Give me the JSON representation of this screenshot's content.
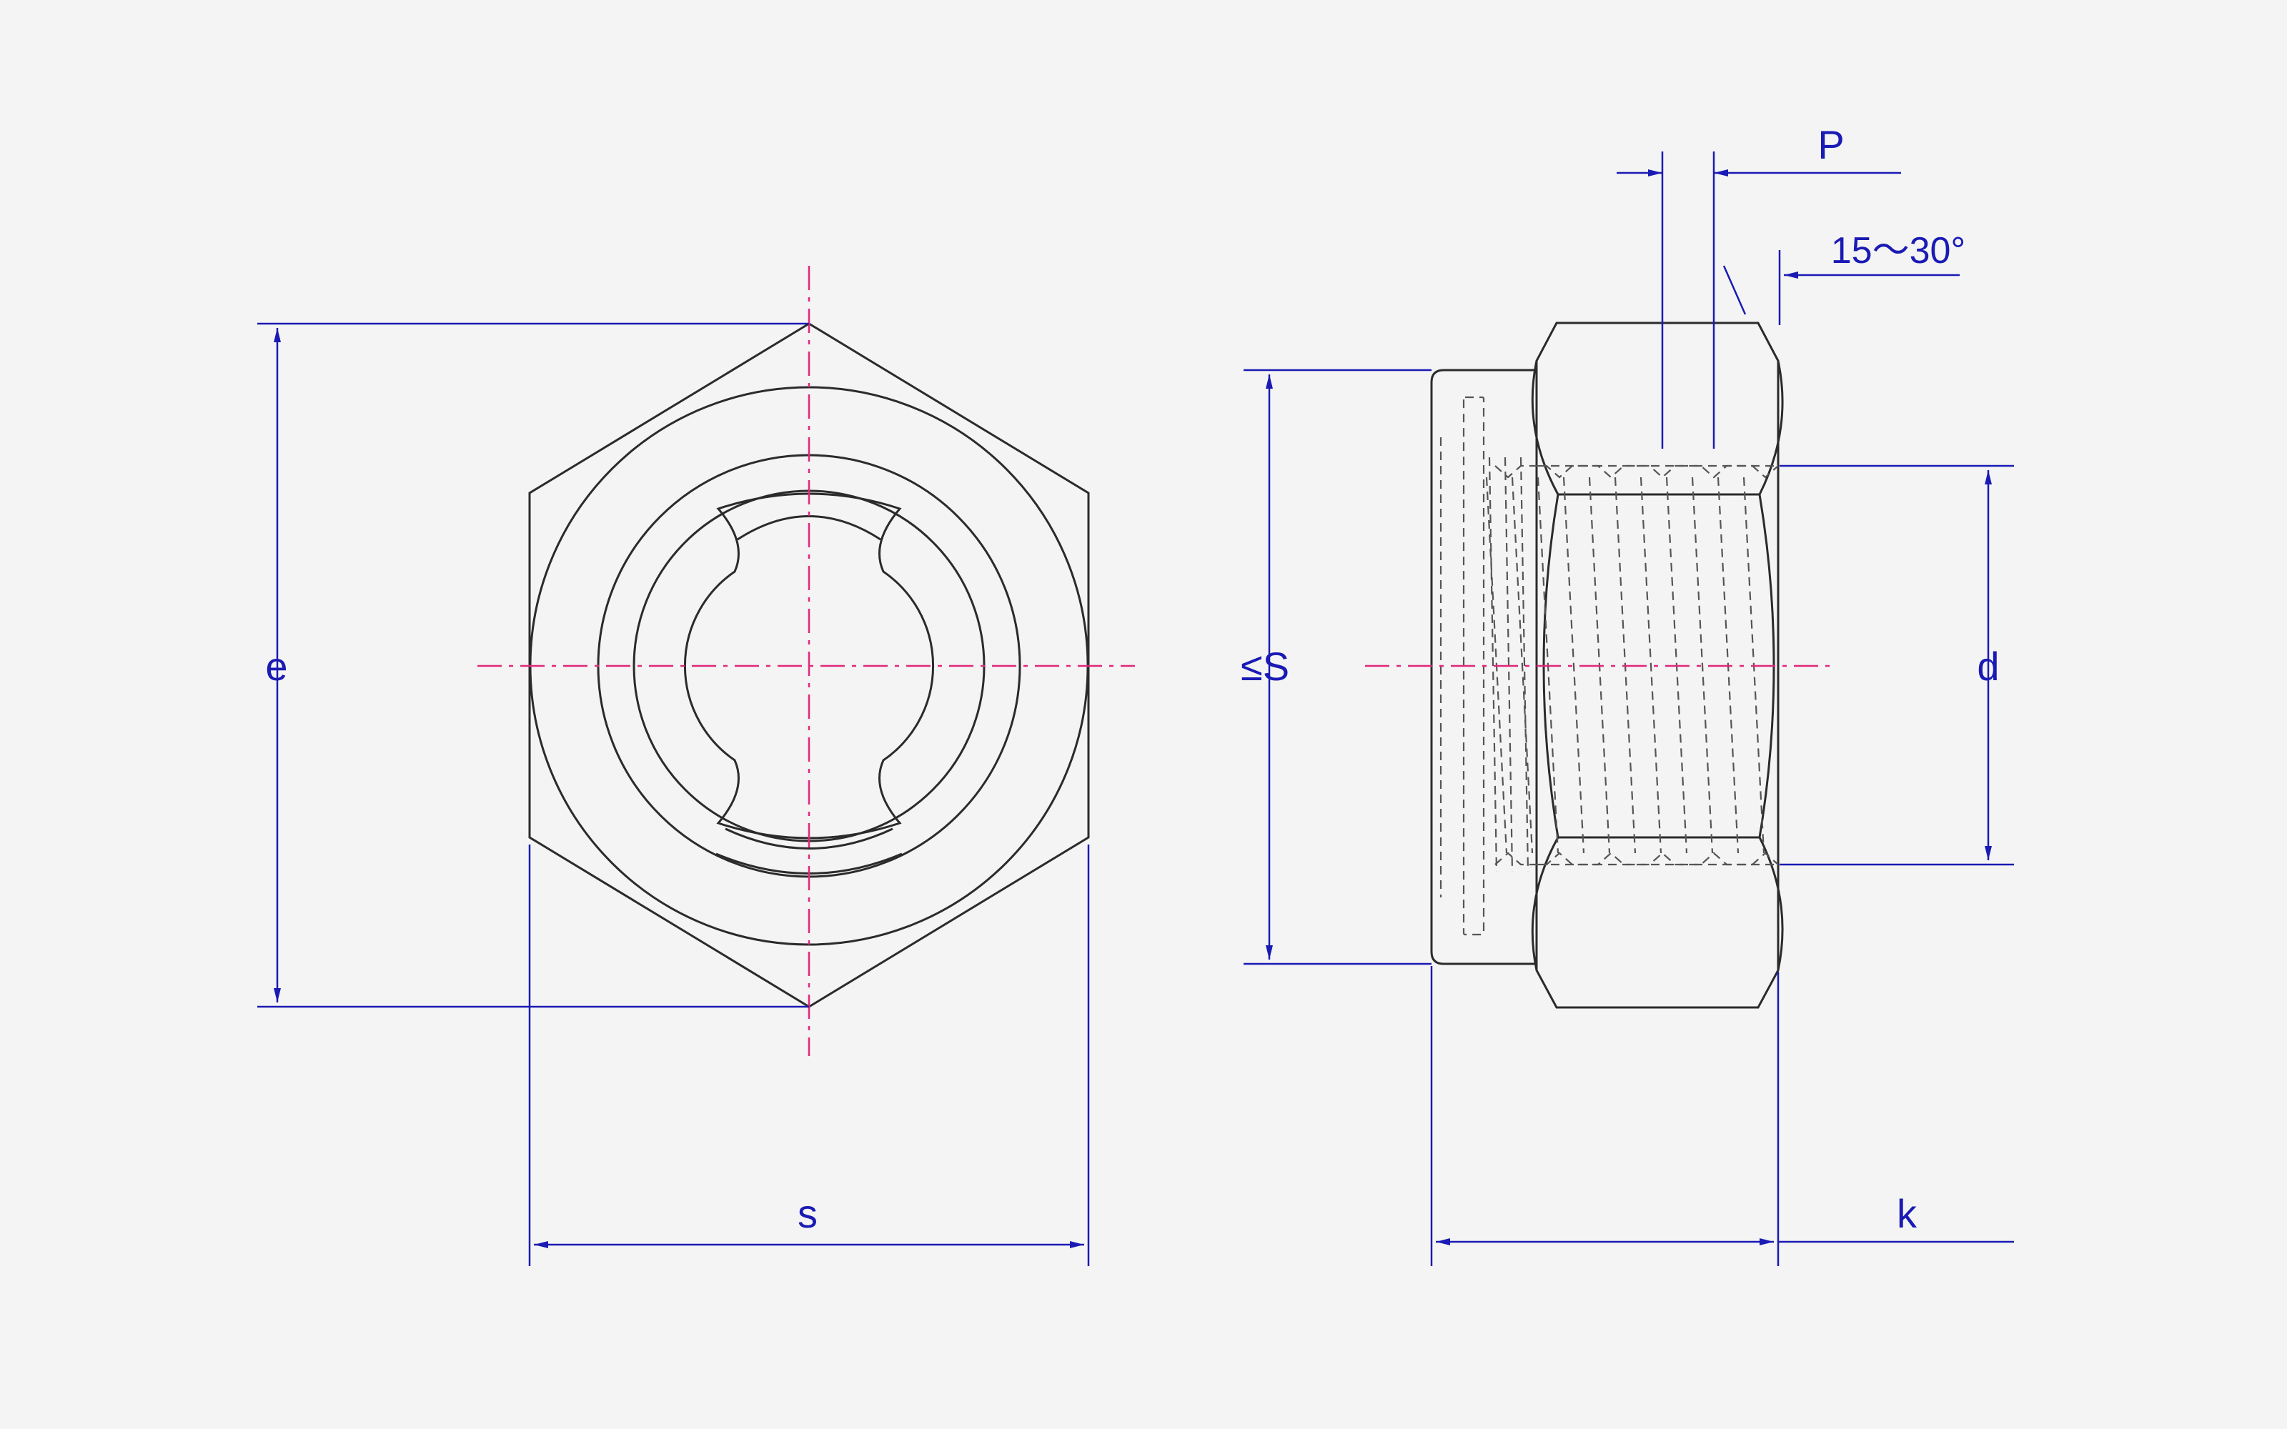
{
  "labels": {
    "e": "e",
    "s": "s",
    "S": "≤S",
    "d": "d",
    "k": "k",
    "P": "P",
    "angle": "15～30°"
  },
  "colors": {
    "background": "#f4f4f4",
    "outline": "#2b2b2b",
    "dimension": "#1a1ab4",
    "centerline": "#e0287a",
    "hidden": "#555555"
  }
}
